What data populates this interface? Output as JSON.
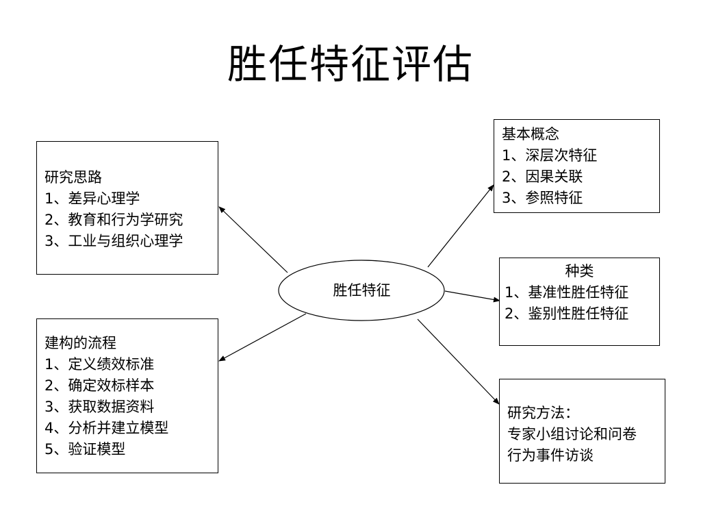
{
  "title": "胜任特征评估",
  "center": "胜任特征",
  "boxes": {
    "research_idea": {
      "heading": "研究思路",
      "items": [
        "1、差异心理学",
        "2、教育和行为学研究",
        "3、工业与组织心理学"
      ]
    },
    "construction": {
      "heading": "建构的流程",
      "items": [
        "1、定义绩效标准",
        "2、确定效标样本",
        "3、获取数据资料",
        "4、分析并建立模型",
        "5、验证模型"
      ]
    },
    "basic_concept": {
      "heading": "基本概念",
      "items": [
        "1、深层次特征",
        "2、因果关联",
        "3、参照特征"
      ]
    },
    "types": {
      "heading": "种类",
      "items": [
        "1、基准性胜任特征",
        "2、鉴别性胜任特征"
      ]
    },
    "methods": {
      "heading": "研究方法：",
      "items": [
        "专家小组讨论和问卷",
        "行为事件访谈"
      ]
    }
  }
}
